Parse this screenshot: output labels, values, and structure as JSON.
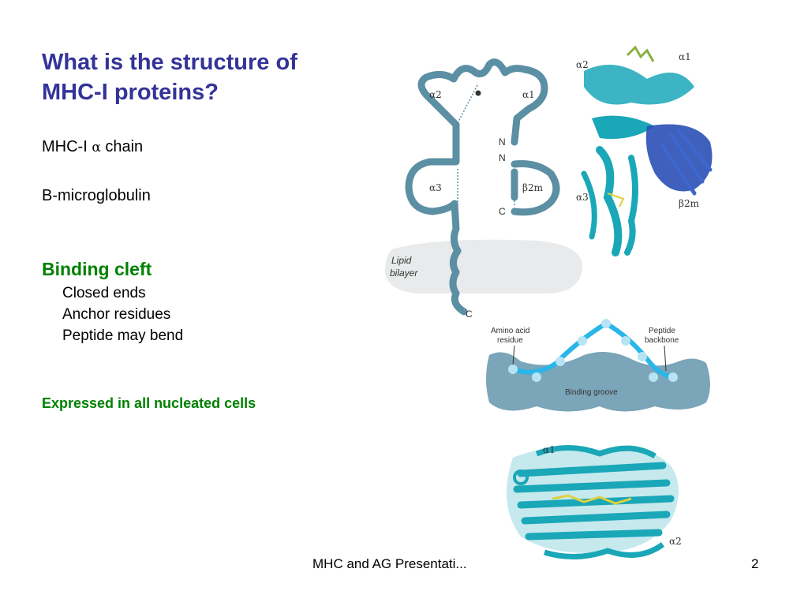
{
  "slide": {
    "title_line1": "What is the structure of",
    "title_line2": "MHC-I proteins?",
    "chain_prefix": "MHC-I ",
    "chain_alpha": "α",
    "chain_suffix": " chain",
    "microglobulin": "B-microglobulin",
    "binding_cleft": "Binding cleft",
    "features": [
      "Closed ends",
      "Anchor residues",
      "Peptide may bend"
    ],
    "expressed": "Expressed in all nucleated cells",
    "footer_title": "MHC and AG Presentati...",
    "page_number": "2"
  },
  "diagram": {
    "alpha2": "α2",
    "alpha1": "α1",
    "alpha3": "α3",
    "beta2m": "β2m",
    "n1": "N",
    "n2": "N",
    "c1": "C",
    "c2": "C",
    "lipid": "Lipid",
    "bilayer": "bilayer"
  },
  "ribbon_top": {
    "alpha2": "α2",
    "alpha1": "α1",
    "alpha3": "α3",
    "beta2m": "β2m"
  },
  "groove": {
    "amino_acid": "Amino acid",
    "residue": "residue",
    "peptide": "Peptide",
    "backbone": "backbone",
    "groove_label": "Binding groove"
  },
  "ribbon_bottom": {
    "alpha1": "α1",
    "alpha2": "α2"
  },
  "colors": {
    "title": "#333399",
    "accent_green": "#008000",
    "schematic": "#5b8fa3",
    "ribbon_teal": "#1aa7b8",
    "ribbon_blue": "#2a4fb5",
    "groove_blue": "#7ba5b8",
    "peptide": "#29b6e8"
  }
}
